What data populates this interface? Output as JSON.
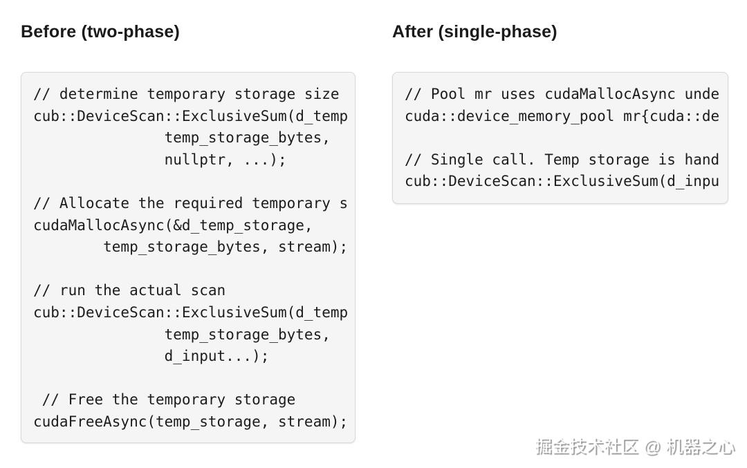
{
  "page": {
    "watermark": "掘金技术社区 @ 机器之心"
  },
  "colors": {
    "page_bg": "#ffffff",
    "code_bg": "#f5f5f6",
    "code_border": "#d8d8dc",
    "code_text": "#1c1c1e",
    "header_text": "#1a1a1a"
  },
  "before": {
    "title": "Before (two-phase)",
    "code_lines": [
      "// determine temporary storage size",
      "cub::DeviceScan::ExclusiveSum(d_temp",
      "               temp_storage_bytes,",
      "               nullptr, ...);",
      "",
      "// Allocate the required temporary s",
      "cudaMallocAsync(&d_temp_storage,",
      "        temp_storage_bytes, stream);",
      "",
      "// run the actual scan",
      "cub::DeviceScan::ExclusiveSum(d_temp",
      "               temp_storage_bytes,",
      "               d_input...);",
      "",
      " // Free the temporary storage",
      "cudaFreeAsync(temp_storage, stream);"
    ]
  },
  "after": {
    "title": "After (single-phase)",
    "code_lines": [
      "// Pool mr uses cudaMallocAsync unde",
      "cuda::device_memory_pool mr{cuda::de",
      "",
      "// Single call. Temp storage is hand",
      "cub::DeviceScan::ExclusiveSum(d_inpu"
    ]
  }
}
